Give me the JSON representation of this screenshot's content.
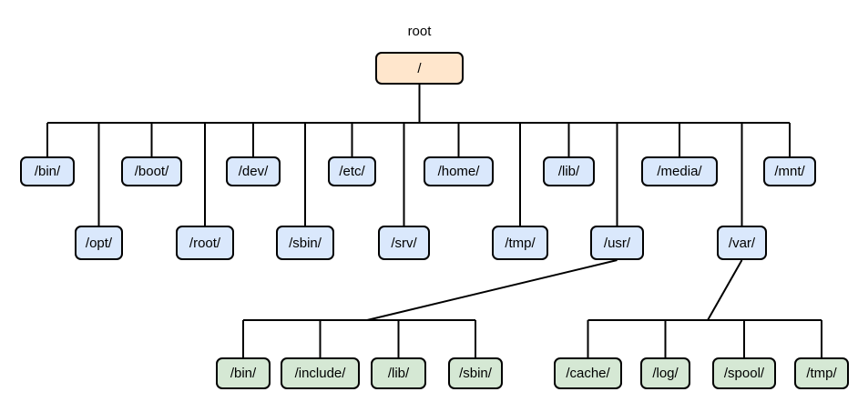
{
  "tree": {
    "root_caption": "root",
    "root": "/",
    "level1_row1": [
      "/bin/",
      "/boot/",
      "/dev/",
      "/etc/",
      "/home/",
      "/lib/",
      "/media/",
      "/mnt/"
    ],
    "level1_row2": [
      "/opt/",
      "/root/",
      "/sbin/",
      "/srv/",
      "/tmp/",
      "/usr/",
      "/var/"
    ],
    "usr_children": [
      "/bin/",
      "/include/",
      "/lib/",
      "/sbin/"
    ],
    "var_children": [
      "/cache/",
      "/log/",
      "/spool/",
      "/tmp/"
    ],
    "colors": {
      "root_fill": "#ffe6cc",
      "dir_fill": "#dae8fc",
      "subdir_fill": "#d5e8d4",
      "line": "#000000"
    }
  }
}
